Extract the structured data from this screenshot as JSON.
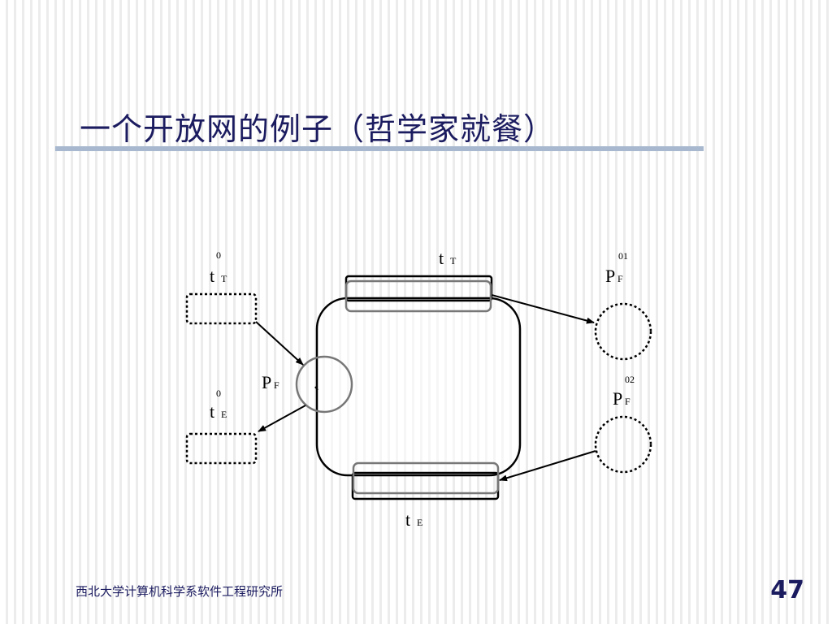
{
  "slide": {
    "title": "一个开放网的例子（哲学家就餐）",
    "footer_org": "西北大学计算机科学系软件工程研究所",
    "page_number": "47"
  },
  "colors": {
    "title_text": "#1b1b60",
    "title_rule": "#a7b8cf",
    "inner_stroke": "#777777",
    "outline": "#000000"
  },
  "diagram": {
    "labels": {
      "t_T0": {
        "main": "t",
        "sub": "T",
        "sup": "0"
      },
      "t_E0": {
        "main": "t",
        "sub": "E",
        "sup": "0"
      },
      "t_T": {
        "main": "t",
        "sub": "T"
      },
      "t_E": {
        "main": "t",
        "sub": "E"
      },
      "P_F": {
        "main": "P",
        "sub": "F"
      },
      "P_F01": {
        "main": "P",
        "sub": "F",
        "sup": "01"
      },
      "P_F02": {
        "main": "P",
        "sub": "F",
        "sup": "02"
      }
    }
  }
}
